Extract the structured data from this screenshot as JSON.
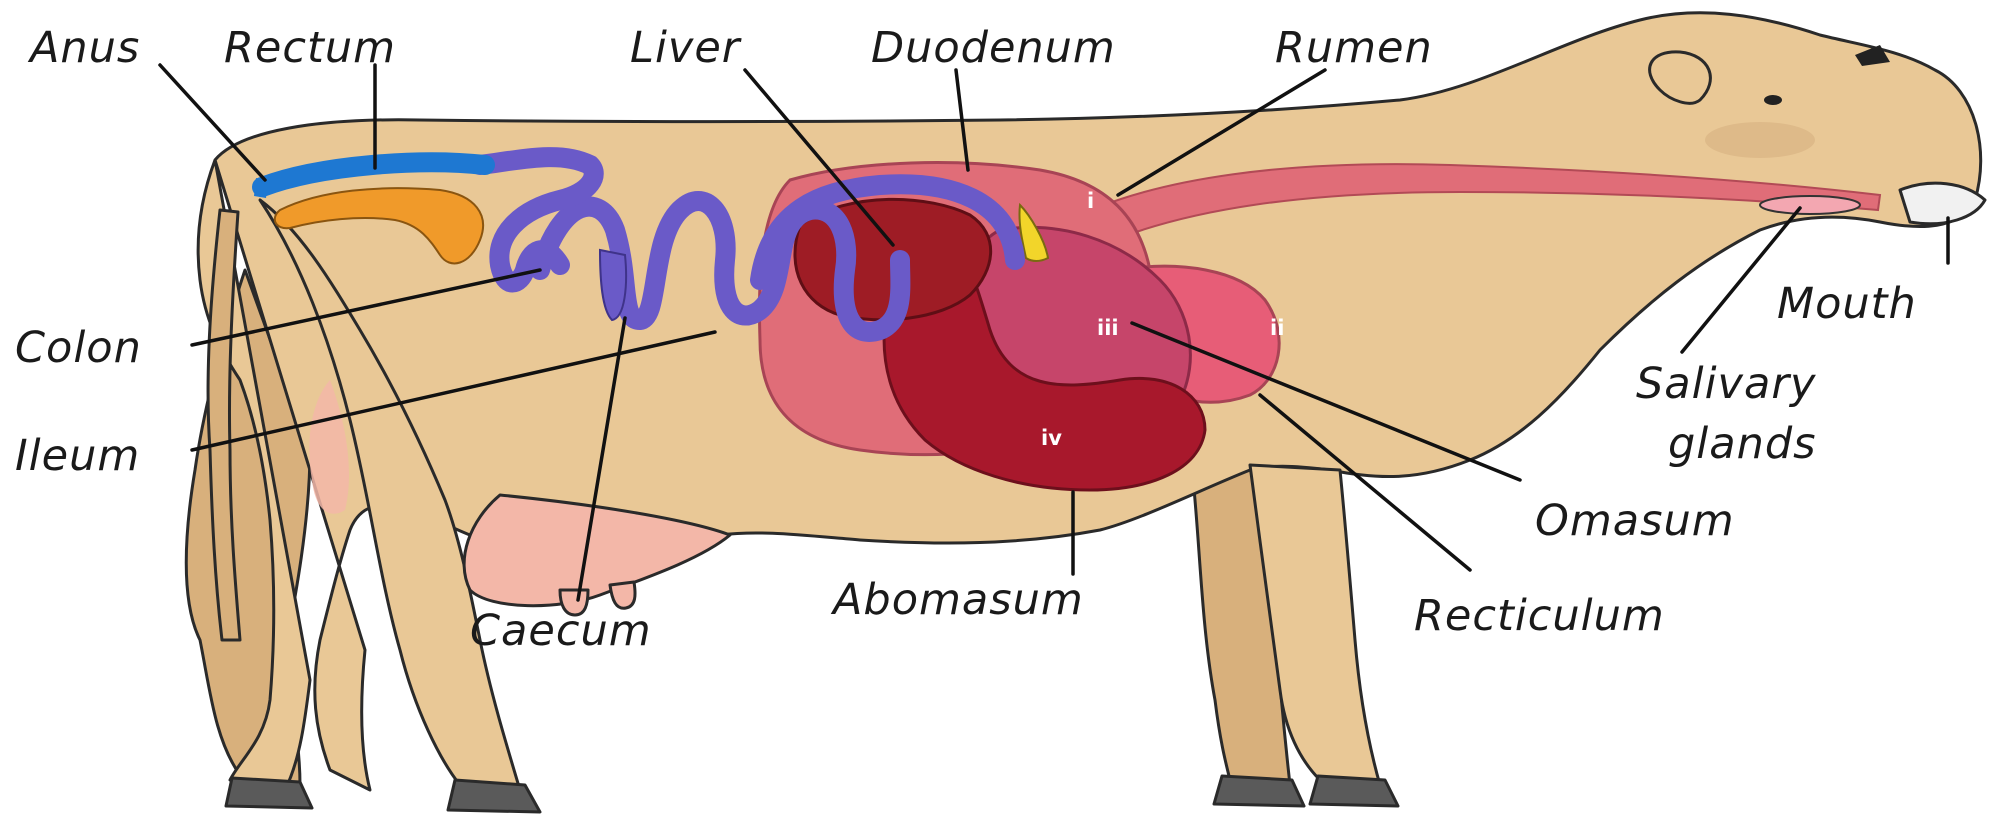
{
  "labels": {
    "anus": "Anus",
    "rectum": "Rectum",
    "liver": "Liver",
    "duodenum": "Duodenum",
    "rumen": "Rumen",
    "colon": "Colon",
    "ileum": "Ileum",
    "caecum": "Caecum",
    "abomasum": "Abomasum",
    "recticulum": "Recticulum",
    "omasum": "Omasum",
    "mouth": "Mouth",
    "salivary_line1": "Salivary",
    "salivary_line2": "glands"
  },
  "stomach_numbers": {
    "rumen": "i",
    "reticulum": "ii",
    "omasum": "iii",
    "abomasum": "iv"
  },
  "colors": {
    "body": "#e9c896",
    "body_shade": "#d8b07c",
    "udder": "#f3b7a8",
    "hoof": "#5a5a5a",
    "rumen": "#e06d78",
    "reticulum": "#e75d77",
    "omasum": "#c6456a",
    "abomasum": "#a8182c",
    "liver": "#9e1c25",
    "intestine": "#6a5ac8",
    "rectum": "#1e78d2",
    "caecum": "#f09a2a",
    "gall": "#f2d52a"
  }
}
